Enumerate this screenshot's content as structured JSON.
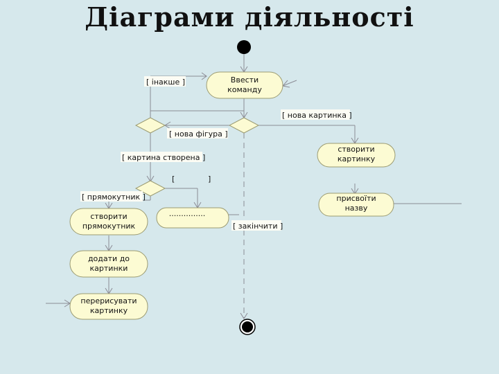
{
  "title": "Діаграми діяльності",
  "activities": {
    "enter_command": [
      "Ввести",
      "команду"
    ],
    "create_picture": [
      "створити",
      "картинку"
    ],
    "assign_name": [
      "присвоїти",
      "назву"
    ],
    "create_rectangle": [
      "створити",
      "прямокутник"
    ],
    "empty_activity": [
      "..............."
    ],
    "add_to_picture": [
      "додати до",
      "картинки"
    ],
    "redraw_picture": [
      "перерисувати",
      "картинку"
    ]
  },
  "guards": {
    "otherwise": "[ інакше ]",
    "new_picture": "[ нова картинка ]",
    "new_figure": "[ нова фігура ]",
    "picture_created": "[ картина створена ]",
    "empty_left": "[",
    "empty_right": "]",
    "rectangle": "[ прямокутник ]",
    "finish": "[ закінчити ]"
  }
}
